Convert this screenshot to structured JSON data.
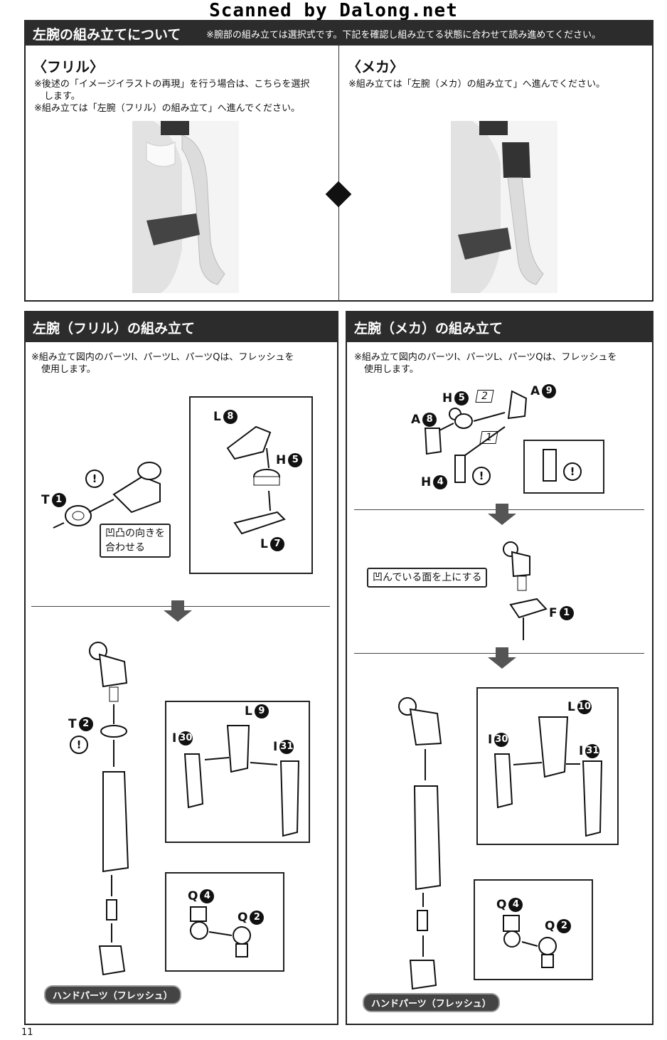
{
  "scan_watermark": "Scanned by Dalong.net",
  "top_section": {
    "title": "左腕の組み立てについて",
    "note": "※腕部の組み立ては選択式です。下記を確認し組み立てる状態に合わせて読み進めてください。",
    "frill": {
      "heading": "〈フリル〉",
      "notes": [
        "※後述の「イメージイラストの再現」を行う場合は、こちらを選択",
        "します。",
        "※組み立ては「左腕（フリル）の組み立て」へ進んでください。"
      ]
    },
    "mecha": {
      "heading": "〈メカ〉",
      "notes": [
        "※組み立ては「左腕（メカ）の組み立て」へ進んでください。"
      ]
    }
  },
  "left_panel": {
    "title": "左腕（フリル）の組み立て",
    "notes": [
      "※組み立て図内のパーツI、パーツL、パーツQは、フレッシュを",
      "使用します。"
    ],
    "step1_callout": "凹凸の向きを\n合わせる",
    "labels": {
      "t1": "T",
      "t1n": "1",
      "l8": "L",
      "l8n": "8",
      "h5": "H",
      "h5n": "5",
      "l7": "L",
      "l7n": "7",
      "t2": "T",
      "t2n": "2",
      "l9": "L",
      "l9n": "9",
      "i30": "I",
      "i30n": "30",
      "i31": "I",
      "i31n": "31",
      "q4": "Q",
      "q4n": "4",
      "q2": "Q",
      "q2n": "2"
    },
    "hand_label": "ハンドパーツ（フレッシュ）"
  },
  "right_panel": {
    "title": "左腕（メカ）の組み立て",
    "notes": [
      "※組み立て図内のパーツI、パーツL、パーツQは、フレッシュを",
      "使用します。"
    ],
    "callout": "凹んでいる面を上にする",
    "labels": {
      "h5": "H",
      "h5n": "5",
      "step2": "2",
      "a9": "A",
      "a9n": "9",
      "a8": "A",
      "a8n": "8",
      "step1": "1",
      "h4": "H",
      "h4n": "4",
      "f1": "F",
      "f1n": "1",
      "l10": "L",
      "l10n": "10",
      "i30": "I",
      "i30n": "30",
      "i31": "I",
      "i31n": "31",
      "q4": "Q",
      "q4n": "4",
      "q2": "Q",
      "q2n": "2"
    },
    "hand_label": "ハンドパーツ（フレッシュ）"
  },
  "page_number": "11",
  "warning_symbol": "!",
  "colors": {
    "header_bg": "#2c2c2c",
    "ink": "#111111"
  }
}
